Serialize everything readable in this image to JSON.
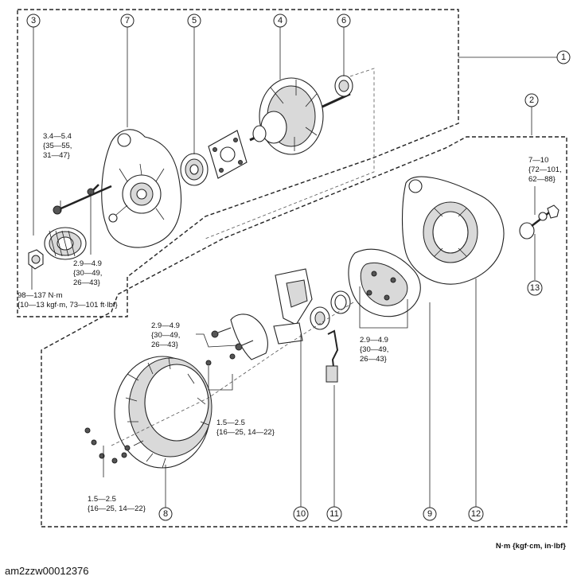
{
  "callouts": [
    {
      "id": "1",
      "label": "1"
    },
    {
      "id": "2",
      "label": "2"
    },
    {
      "id": "3",
      "label": "3"
    },
    {
      "id": "4",
      "label": "4"
    },
    {
      "id": "5",
      "label": "5"
    },
    {
      "id": "6",
      "label": "6"
    },
    {
      "id": "7",
      "label": "7"
    },
    {
      "id": "8",
      "label": "8"
    },
    {
      "id": "9",
      "label": "9"
    },
    {
      "id": "10",
      "label": "10"
    },
    {
      "id": "11",
      "label": "11"
    },
    {
      "id": "12",
      "label": "12"
    },
    {
      "id": "13",
      "label": "13"
    }
  ],
  "torque_specs": {
    "t1": [
      "3.4—5.4",
      "{35—55,",
      "31—47}"
    ],
    "t2": [
      "2.9—4.9",
      "{30—49,",
      "26—43}"
    ],
    "t3": [
      "98—137 N·m",
      "{10—13 kgf·m, 73—101 ft·lbf}"
    ],
    "t4": [
      "7—10",
      "{72—101,",
      "62—88}"
    ],
    "t5": [
      "2.9—4.9",
      "{30—49,",
      "26—43}"
    ],
    "t6": [
      "1.5—2.5",
      "{16—25, 14—22}"
    ],
    "t7": [
      "2.9—4.9",
      "{30—49,",
      "26—43}"
    ],
    "t8": [
      "1.5—2.5",
      "{16—25, 14—22}"
    ]
  },
  "unit_note": "N·m {kgf·cm, in·lbf}",
  "doc_code": "am2zzw00012376"
}
